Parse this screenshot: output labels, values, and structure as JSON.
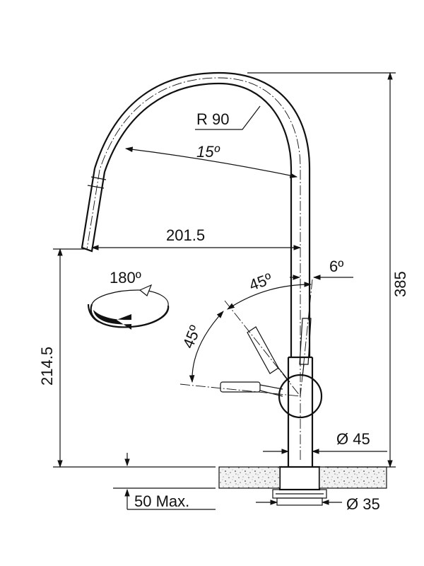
{
  "dimensions": {
    "radius": "R 90",
    "spout_swivel_angle": "15º",
    "reach": "201.5",
    "spout_height": "214.5",
    "total_height": "385",
    "lever_angle_front": "45º",
    "lever_angle_side": "45º",
    "lever_tilt": "6º",
    "rotation": "180º",
    "body_diameter": "Ø 45",
    "mount_diameter": "Ø 35",
    "max_thickness": "50 Max."
  },
  "icons": {
    "rotation_arrow": "rotation-arrow-icon",
    "countertop": "countertop-hatch"
  }
}
